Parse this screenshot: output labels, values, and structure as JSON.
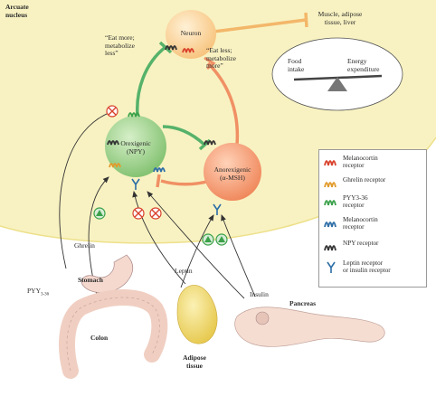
{
  "region": {
    "label": "Arcuate\nnucleus"
  },
  "neuron": {
    "label": "Neuron"
  },
  "targets": {
    "label": "Muscle, adipose\ntissue, liver"
  },
  "quotes": {
    "eat_more": "“Eat more;\nmetabolize\nless”",
    "eat_less": "“Eat less;\nmetabolize\nmore”"
  },
  "balance": {
    "left": "Food\nintake",
    "right": "Energy\nexpenditure"
  },
  "orexigenic": {
    "line1": "Orexigenic",
    "line2": "(NPY)"
  },
  "anorexigenic": {
    "line1": "Anorexigenic",
    "line2": "(α-MSH)"
  },
  "inputs": {
    "ghrelin": "Ghrelin",
    "pyy": "PYY",
    "pyy_sub": "3-36",
    "leptin": "Leptin",
    "insulin": "Insulin"
  },
  "organs": {
    "stomach": "Stomach",
    "colon": "Colon",
    "adipose": "Adipose\ntissue",
    "pancreas": "Pancreas"
  },
  "legend": {
    "items": [
      {
        "label": "Melanocortin\nreceptor",
        "color": "#d9402b"
      },
      {
        "label": "Ghrelin receptor",
        "color": "#e29b2c"
      },
      {
        "label": "PYY3-36\nreceptor",
        "color": "#3aa14a"
      },
      {
        "label": "Melanocortin\nreceptor",
        "color": "#2d6ea7"
      },
      {
        "label": "NPY receptor",
        "color": "#333333"
      },
      {
        "label": "Leptin receptor\nor insulin receptor",
        "color": "#2d6ea7"
      }
    ]
  },
  "colors": {
    "arcuate": "#f8f2c2",
    "orexigenic": "#9bd08a",
    "anorexigenic": "#f39a6f",
    "neuron": "#fbd89d",
    "green_arrow": "#56b26a",
    "orange_arrow": "#f09064",
    "organ_skin": "#f5d9cf",
    "adipose": "#f1dd72"
  }
}
